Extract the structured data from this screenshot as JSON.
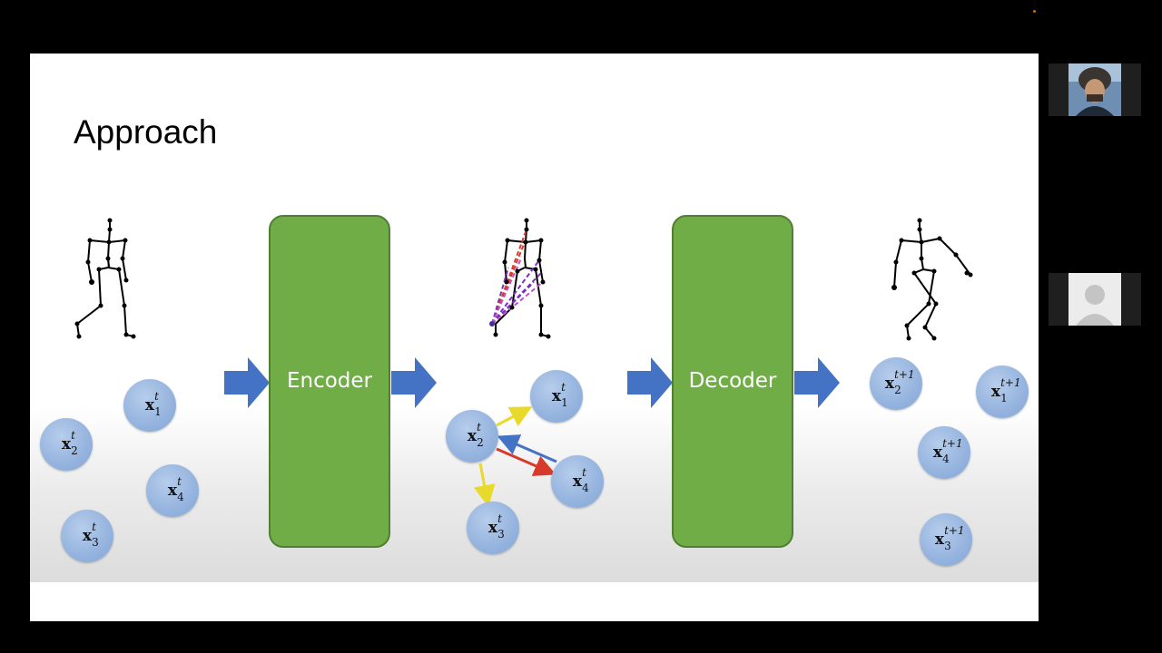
{
  "slide": {
    "title": "Approach",
    "encoder_label": "Encoder",
    "decoder_label": "Decoder"
  },
  "nodes": {
    "input": [
      {
        "base": "x",
        "sup": "t",
        "sub": "1"
      },
      {
        "base": "x",
        "sup": "t",
        "sub": "2"
      },
      {
        "base": "x",
        "sup": "t",
        "sub": "4"
      },
      {
        "base": "x",
        "sup": "t",
        "sub": "3"
      }
    ],
    "graph": [
      {
        "base": "x",
        "sup": "t",
        "sub": "1"
      },
      {
        "base": "x",
        "sup": "t",
        "sub": "2"
      },
      {
        "base": "x",
        "sup": "t",
        "sub": "4"
      },
      {
        "base": "x",
        "sup": "t",
        "sub": "3"
      }
    ],
    "output": [
      {
        "base": "x",
        "sup": "t+1",
        "sub": "2"
      },
      {
        "base": "x",
        "sup": "t+1",
        "sub": "1"
      },
      {
        "base": "x",
        "sup": "t+1",
        "sub": "4"
      },
      {
        "base": "x",
        "sup": "t+1",
        "sub": "3"
      }
    ]
  },
  "colors": {
    "block_fill": "#70ad47",
    "block_border": "#507e32",
    "arrow": "#4472c4",
    "node": "#94b3de",
    "edge_yellow": "#e8d92a",
    "edge_red": "#d63a2a",
    "edge_blue": "#4472c4",
    "edge_purple": "#7a2fc2"
  },
  "participants": [
    {
      "icon": "user-photo-icon"
    },
    {
      "icon": "default-user-avatar-icon"
    }
  ]
}
